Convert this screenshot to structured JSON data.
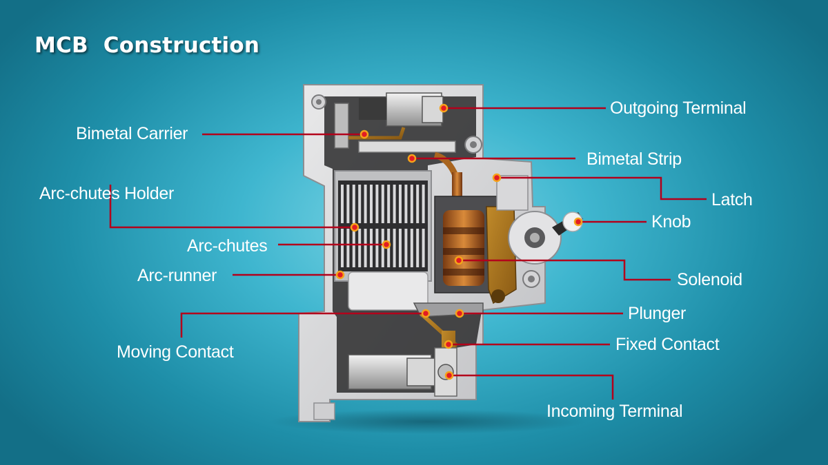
{
  "title": "MCB  Construction",
  "colors": {
    "leader_line": "#b3001b",
    "dot_fill": "#e21c24",
    "dot_ring": "#f5a31a",
    "label_text": "#ffffff",
    "background": "#2aa5c0"
  },
  "labels": {
    "outgoing_terminal": "Outgoing Terminal",
    "bimetal_carrier": "Bimetal Carrier",
    "bimetal_strip": "Bimetal Strip",
    "latch": "Latch",
    "arc_chutes_holder": "Arc-chutes Holder",
    "knob": "Knob",
    "arc_chutes": "Arc-chutes",
    "arc_runner": "Arc-runner",
    "solenoid": "Solenoid",
    "plunger": "Plunger",
    "moving_contact": "Moving Contact",
    "fixed_contact": "Fixed Contact",
    "incoming_terminal": "Incoming Terminal"
  }
}
